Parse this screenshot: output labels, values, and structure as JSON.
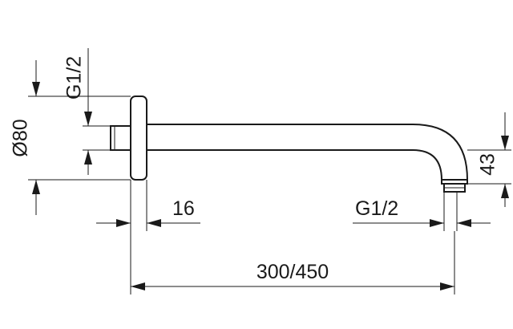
{
  "dimensions": {
    "wall_thread": "G1/2",
    "rosette_diameter": "Ø80",
    "rosette_depth": "16",
    "outlet_thread": "G1/2",
    "drop_height": "43",
    "arm_length": "300/450"
  },
  "colors": {
    "line": "#1a1a1a",
    "background": "#ffffff"
  }
}
